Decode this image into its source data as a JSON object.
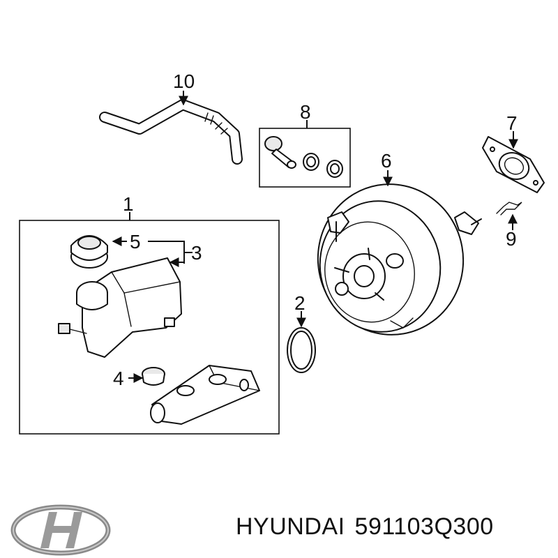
{
  "callouts": {
    "c1": "1",
    "c2": "2",
    "c3": "3",
    "c4": "4",
    "c5": "5",
    "c6": "6",
    "c7": "7",
    "c8": "8",
    "c9": "9",
    "c10": "10"
  },
  "brand": {
    "name": "HYUNDAI",
    "part_number": "591103Q300",
    "logo_icon": "hyundai-logo-icon"
  },
  "colors": {
    "line": "#111111",
    "background": "#ffffff",
    "logo": "#9a9a9a"
  }
}
